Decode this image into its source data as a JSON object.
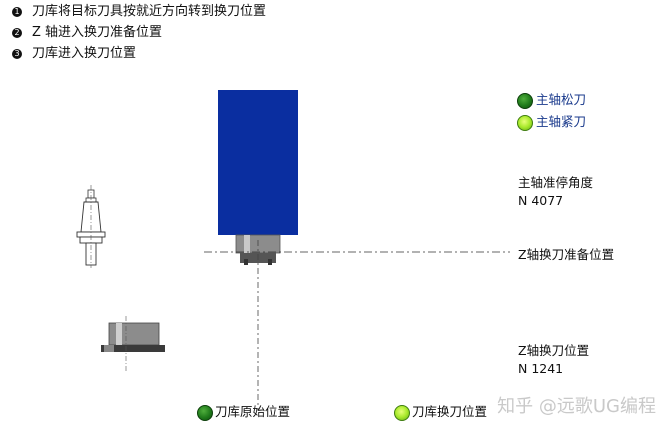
{
  "steps": [
    {
      "num": "1",
      "text": "刀库将目标刀具按就近方向转到换刀位置"
    },
    {
      "num": "2",
      "text": "Z 轴进入换刀准备位置"
    },
    {
      "num": "3",
      "text": "刀库进入换刀位置"
    }
  ],
  "indicators": {
    "spindle_release": "主轴松刀",
    "spindle_clamp": "主轴紧刀",
    "magazine_home": "刀库原始位置",
    "magazine_change": "刀库换刀位置"
  },
  "readouts": {
    "orient_label": "主轴准停角度",
    "orient_value": "N 4077",
    "z_ready_label": "Z轴换刀准备位置",
    "z_change_label": "Z轴换刀位置",
    "z_change_value": "N 1241"
  },
  "watermark": "知乎 @远歌UG编程",
  "colors": {
    "spindle_blue": "#0a2ea0",
    "lamp_dark_green": "#1f7a1a",
    "lamp_light_green": "#a9ea2c"
  }
}
